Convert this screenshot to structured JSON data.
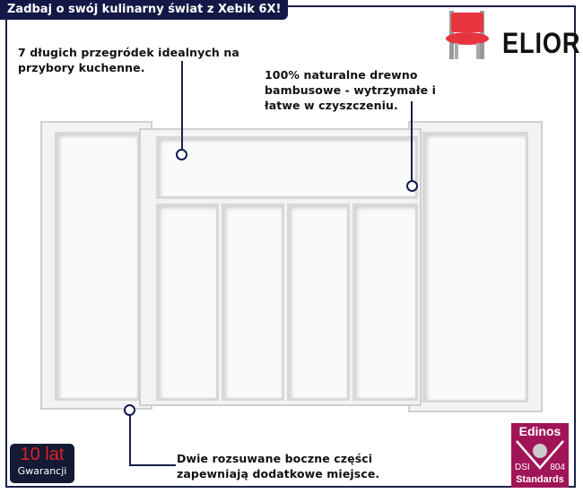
{
  "banner": {
    "title": "Zadbaj o swój kulinarny świat z Xebik 6X!"
  },
  "brand": {
    "name": "ELIOR",
    "icon": "chair-icon",
    "color": "#e8343f"
  },
  "annotations": [
    {
      "line1": "7 długich przegródek idealnych na",
      "line2": "przybory kuchenne."
    },
    {
      "line1": "100% naturalne drewno",
      "line2": "bambusowe - wytrzymałe i",
      "line3": "łatwe w czyszczeniu."
    },
    {
      "line1": "Dwie rozsuwane boczne części",
      "line2": "zapewniają dodatkowe miejsce."
    }
  ],
  "warranty": {
    "line1": "10 lat",
    "line2": "Gwarancji"
  },
  "certificate": {
    "top": "Edinos",
    "left": "DSI",
    "right": "804",
    "bottom": "Standards"
  }
}
